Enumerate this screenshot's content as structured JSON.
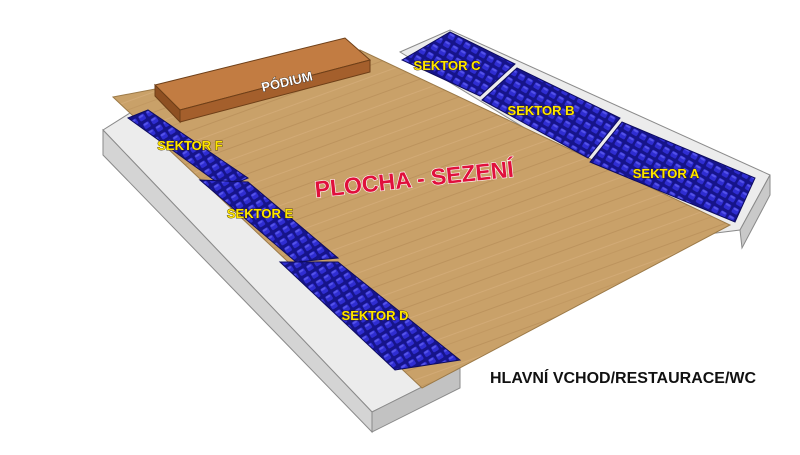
{
  "podium": {
    "label": "PÓDIUM"
  },
  "floor": {
    "label": "PLOCHA - SEZENÍ"
  },
  "sectors": [
    {
      "id": "A",
      "label": "SEKTOR A"
    },
    {
      "id": "B",
      "label": "SEKTOR B"
    },
    {
      "id": "C",
      "label": "SEKTOR C"
    },
    {
      "id": "D",
      "label": "SEKTOR D"
    },
    {
      "id": "E",
      "label": "SEKTOR E"
    },
    {
      "id": "F",
      "label": "SEKTOR F"
    }
  ],
  "entrance": {
    "label": "HLAVNÍ VCHOD/RESTAURACE/WC"
  },
  "colors": {
    "sector_label": "#ffe600",
    "floor_label": "#e0103c",
    "seat": "#2a28c8",
    "floor": "#c8a06a",
    "podium": "#b0703a",
    "platform": "#d6d6d6"
  }
}
